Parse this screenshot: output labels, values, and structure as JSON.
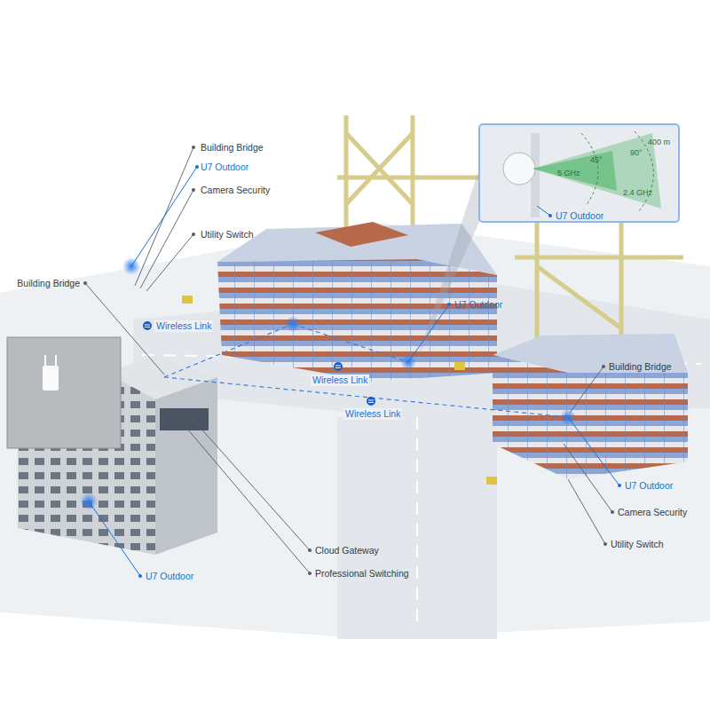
{
  "diagram": {
    "labels": [
      "Building Bridge",
      "U7 Outdoor",
      "Camera Security",
      "Utility Switch",
      "Building Bridge",
      "Wireless Link",
      "Wireless Link",
      "Wireless Link",
      "U7 Outdoor",
      "400 m",
      "90°",
      "45°",
      "5 GHz",
      "2.4 GHz",
      "U7 Outdoor",
      "Building Bridge",
      "U7 Outdoor",
      "Camera Security",
      "Utility Switch",
      "Cloud Gateway",
      "Professional Switching",
      "U7 Outdoor"
    ]
  }
}
